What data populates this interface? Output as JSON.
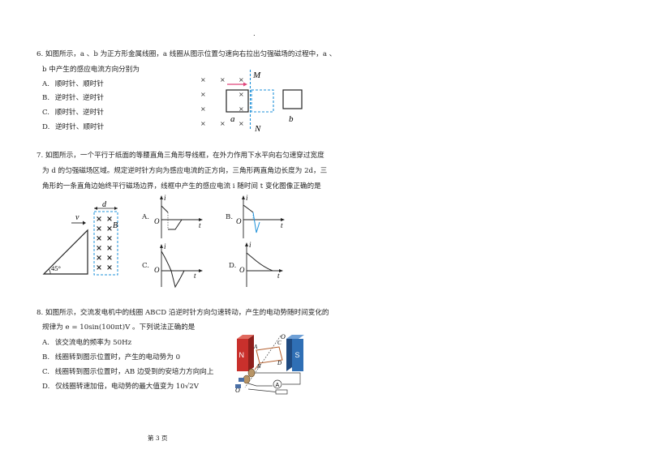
{
  "top_mark": ".",
  "q6": {
    "line1": "6. 如图所示，a 、b 为正方形金属线圈，a 线圈从图示位置匀速向右拉出匀强磁场的过程中，a 、",
    "line2": "b 中产生的感应电流方向分别为",
    "options": [
      {
        "label": "A.",
        "text": "顺时针、顺时针"
      },
      {
        "label": "B.",
        "text": "逆时针、逆时针"
      },
      {
        "label": "C.",
        "text": "顺时针、逆时针"
      },
      {
        "label": "D.",
        "text": "逆时针、顺时针"
      }
    ],
    "figure": {
      "cross": "×",
      "label_M": "M",
      "label_N": "N",
      "label_a": "a",
      "label_b": "b"
    }
  },
  "q7": {
    "line1": "7. 如图所示，一个平行于纸面的等腰直角三角形导线框，在外力作用下水平向右匀速穿过宽度",
    "line2": "为 d 的匀强磁场区域。规定逆时针方向为感应电流的正方向，三角形两直角边长度为 2d，三",
    "line3": "角形的一条直角边始终平行磁场边界，线框中产生的感应电流 i 随时间 t 变化图像正确的是",
    "figure": {
      "label_v": "v",
      "label_d": "d",
      "label_B": "B",
      "angle": "45°",
      "cross": "×"
    },
    "graphs": [
      {
        "option": "A.",
        "ylabel": "i",
        "xlabel": "t",
        "origin": "O"
      },
      {
        "option": "B.",
        "ylabel": "i",
        "xlabel": "t",
        "origin": "O"
      },
      {
        "option": "C.",
        "ylabel": "i",
        "xlabel": "t",
        "origin": "O"
      },
      {
        "option": "D.",
        "ylabel": "i",
        "xlabel": "t",
        "origin": "O"
      }
    ]
  },
  "q8": {
    "line1": "8. 如图所示，交流发电机中的线圈 ABCD 沿逆时针方向匀速转动，产生的电动势随时间变化的",
    "line2": "规律为 e = 10sin(100πt)V 。下列说法正确的是",
    "options": [
      {
        "label": "A.",
        "text": "该交流电的频率为 50Hz"
      },
      {
        "label": "B.",
        "text": "线圈转到图示位置时，产生的电动势为 0"
      },
      {
        "label": "C.",
        "text": "线圈转到图示位置时，AB 边受到的安培力方向向上"
      },
      {
        "label": "D.",
        "text": "仅线圈转速加倍，电动势的最大值变为 10√2V"
      }
    ],
    "figure": {
      "N": "N",
      "S": "S",
      "O_top": "O",
      "O_bottom": "O",
      "A": "A",
      "B": "B",
      "C": "C",
      "D": "D",
      "meter": "A"
    }
  },
  "footer": "第 3 页",
  "colors": {
    "dashed_blue": "#1e90d8",
    "arrow_pink": "#e0457b",
    "magnet_red": "#c9302c",
    "magnet_blue": "#2f6fb5"
  }
}
